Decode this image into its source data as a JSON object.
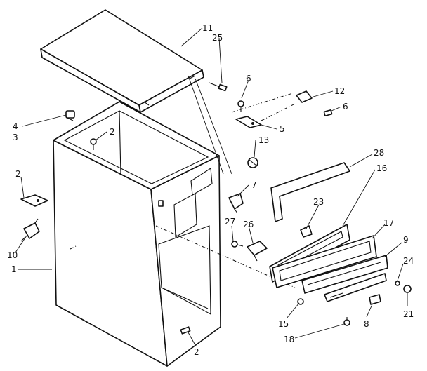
{
  "labels": [
    {
      "id": "l11",
      "text": "11"
    },
    {
      "id": "l25",
      "text": "25"
    },
    {
      "id": "l6a",
      "text": "6"
    },
    {
      "id": "l12",
      "text": "12"
    },
    {
      "id": "l6b",
      "text": "6"
    },
    {
      "id": "l5",
      "text": "5"
    },
    {
      "id": "l13",
      "text": "13"
    },
    {
      "id": "l28",
      "text": "28"
    },
    {
      "id": "l16",
      "text": "16"
    },
    {
      "id": "l4",
      "text": "4"
    },
    {
      "id": "l3",
      "text": "3"
    },
    {
      "id": "l2a",
      "text": "2"
    },
    {
      "id": "l2b",
      "text": "2"
    },
    {
      "id": "l7",
      "text": "7"
    },
    {
      "id": "l23",
      "text": "23"
    },
    {
      "id": "l27",
      "text": "27"
    },
    {
      "id": "l26",
      "text": "26"
    },
    {
      "id": "l17",
      "text": "17"
    },
    {
      "id": "l9",
      "text": "9"
    },
    {
      "id": "l24",
      "text": "24"
    },
    {
      "id": "l10",
      "text": "10"
    },
    {
      "id": "l1",
      "text": "1"
    },
    {
      "id": "l15",
      "text": "15"
    },
    {
      "id": "l8",
      "text": "8"
    },
    {
      "id": "l21",
      "text": "21"
    },
    {
      "id": "l18",
      "text": "18"
    },
    {
      "id": "l2c",
      "text": "2"
    }
  ]
}
